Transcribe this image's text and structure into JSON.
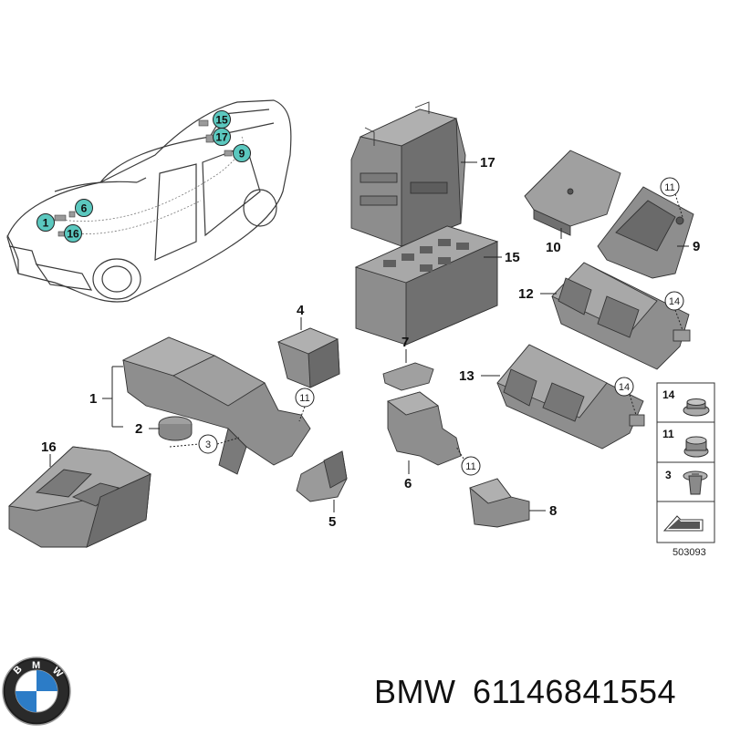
{
  "diagram": {
    "part_labels": [
      "17",
      "15",
      "10",
      "9",
      "12",
      "13",
      "4",
      "7",
      "1",
      "2",
      "16",
      "5",
      "6",
      "8"
    ],
    "car_markers": [
      "15",
      "17",
      "9",
      "1",
      "6",
      "16"
    ],
    "circled_refs": {
      "c11_top": "11",
      "c14_mid": "14",
      "c11_mid": "11",
      "c3": "3",
      "c11_low": "11",
      "c14_low": "14"
    },
    "legend": [
      {
        "num": "14",
        "icon": "flange-nut-icon"
      },
      {
        "num": "11",
        "icon": "hex-nut-icon"
      },
      {
        "num": "3",
        "icon": "torx-bolt-icon"
      }
    ],
    "diagram_number": "503093"
  },
  "footer": {
    "brand": "BMW",
    "part_number": "61146841554"
  },
  "colors": {
    "part_fill": "#8d8d8d",
    "part_dark": "#6a6a6a",
    "part_light": "#b4b4b4",
    "marker_teal": "#5bc8bf",
    "line": "#333333"
  }
}
